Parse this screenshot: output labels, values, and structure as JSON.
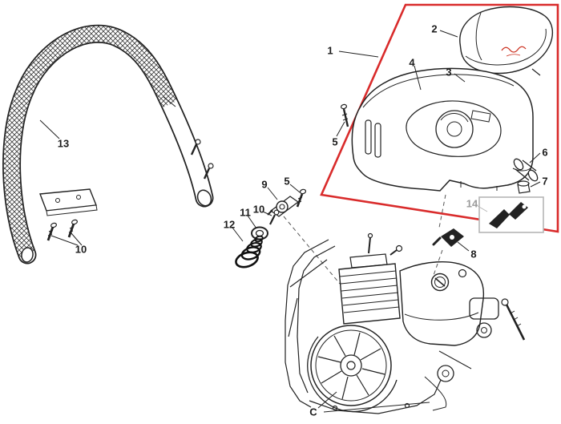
{
  "diagram": {
    "background": "#ffffff",
    "line_color": "#222222",
    "highlight_box_color": "#d92b2b",
    "muted_label_color": "#9b9b9b",
    "callouts": [
      {
        "label": "1"
      },
      {
        "label": "2"
      },
      {
        "label": "3"
      },
      {
        "label": "4"
      },
      {
        "label": "5"
      },
      {
        "label": "5"
      },
      {
        "label": "6"
      },
      {
        "label": "7"
      },
      {
        "label": "8"
      },
      {
        "label": "9"
      },
      {
        "label": "10"
      },
      {
        "label": "10"
      },
      {
        "label": "11"
      },
      {
        "label": "12"
      },
      {
        "label": "13"
      },
      {
        "label": "14"
      },
      {
        "label": "C"
      }
    ]
  }
}
